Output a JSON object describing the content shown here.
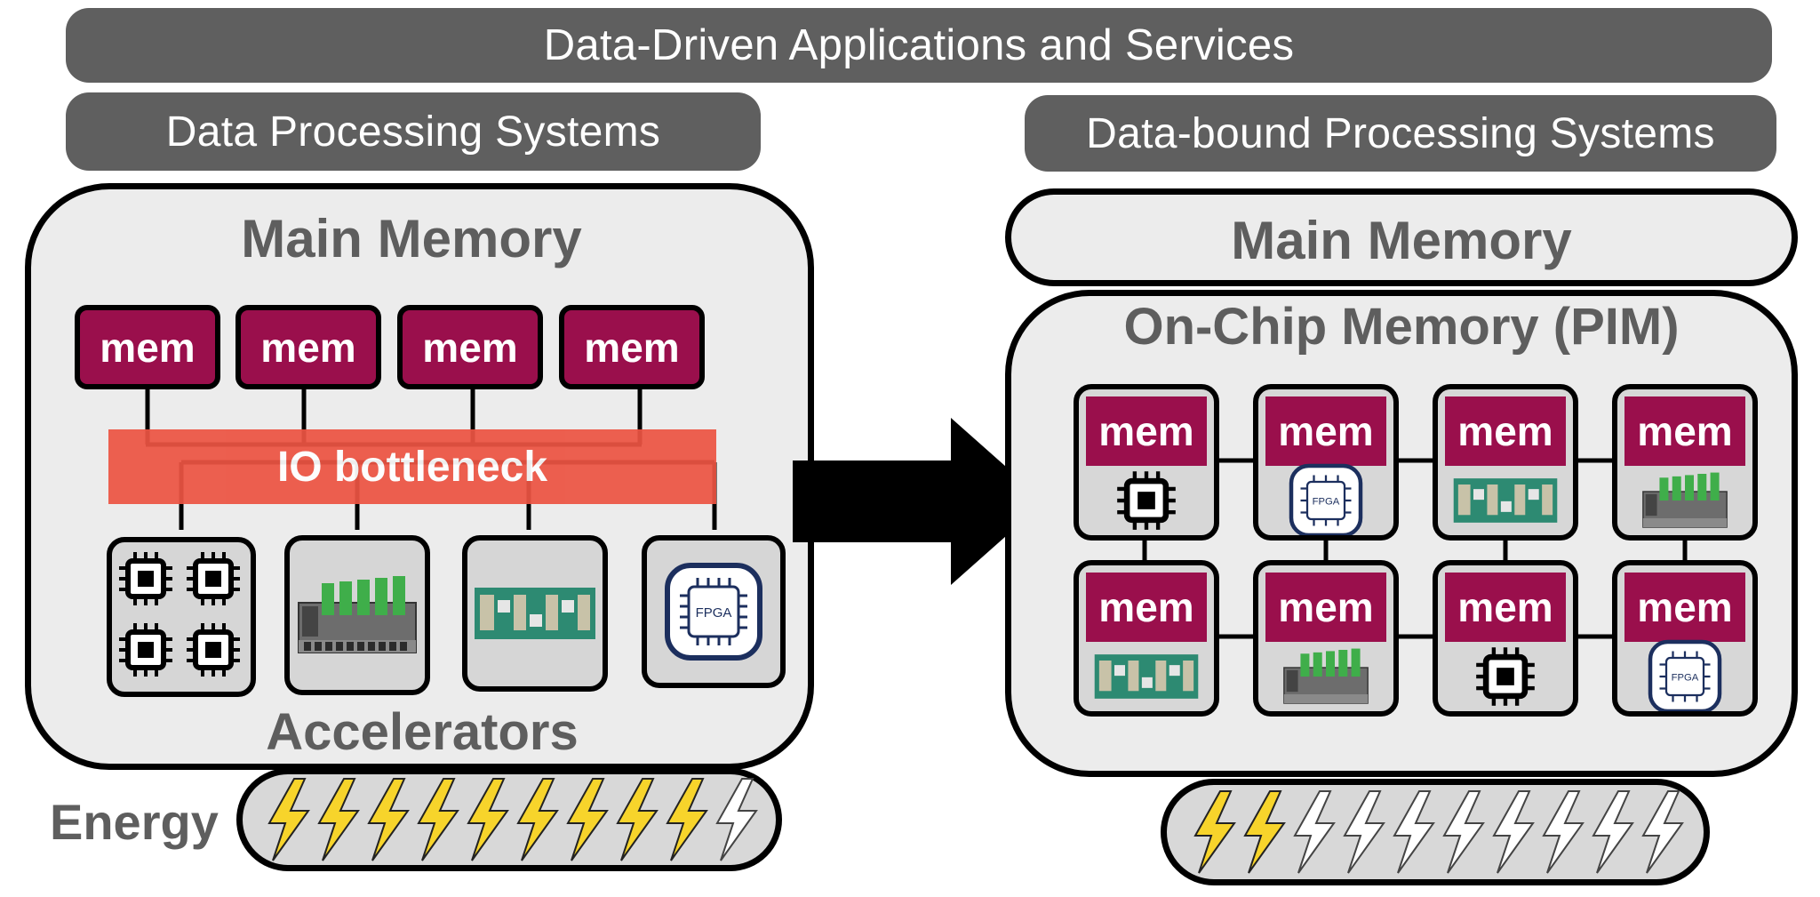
{
  "header": {
    "title": "Data-Driven Applications and Services"
  },
  "left": {
    "title": "Data Processing Systems",
    "main_memory": "Main Memory",
    "mem_labels": [
      "mem",
      "mem",
      "mem",
      "mem"
    ],
    "bottleneck": "IO bottleneck",
    "accelerators": "Accelerators",
    "accelerator_icons": [
      "cpu-array-icon",
      "server-icon",
      "circuit-board-icon",
      "fpga-icon"
    ],
    "fpga_label": "FPGA"
  },
  "right": {
    "title": "Data-bound Processing Systems",
    "main_memory": "Main Memory",
    "on_chip": "On-Chip Memory (PIM)",
    "tiles": [
      {
        "label": "mem",
        "icon": "cpu-icon"
      },
      {
        "label": "mem",
        "icon": "fpga-icon"
      },
      {
        "label": "mem",
        "icon": "circuit-board-icon"
      },
      {
        "label": "mem",
        "icon": "server-icon"
      },
      {
        "label": "mem",
        "icon": "circuit-board-icon"
      },
      {
        "label": "mem",
        "icon": "server-icon"
      },
      {
        "label": "mem",
        "icon": "cpu-icon"
      },
      {
        "label": "mem",
        "icon": "fpga-icon"
      }
    ],
    "fpga_label": "FPGA"
  },
  "energy": {
    "label": "Energy",
    "left_filled": 9,
    "left_total": 10,
    "right_filled": 2,
    "right_total": 10,
    "bolt_color": "#f7d42b"
  },
  "colors": {
    "banner": "#5f5f5f",
    "mem": "#9a0f4c",
    "bottleneck": "#ec5443",
    "panel": "#ececec"
  }
}
